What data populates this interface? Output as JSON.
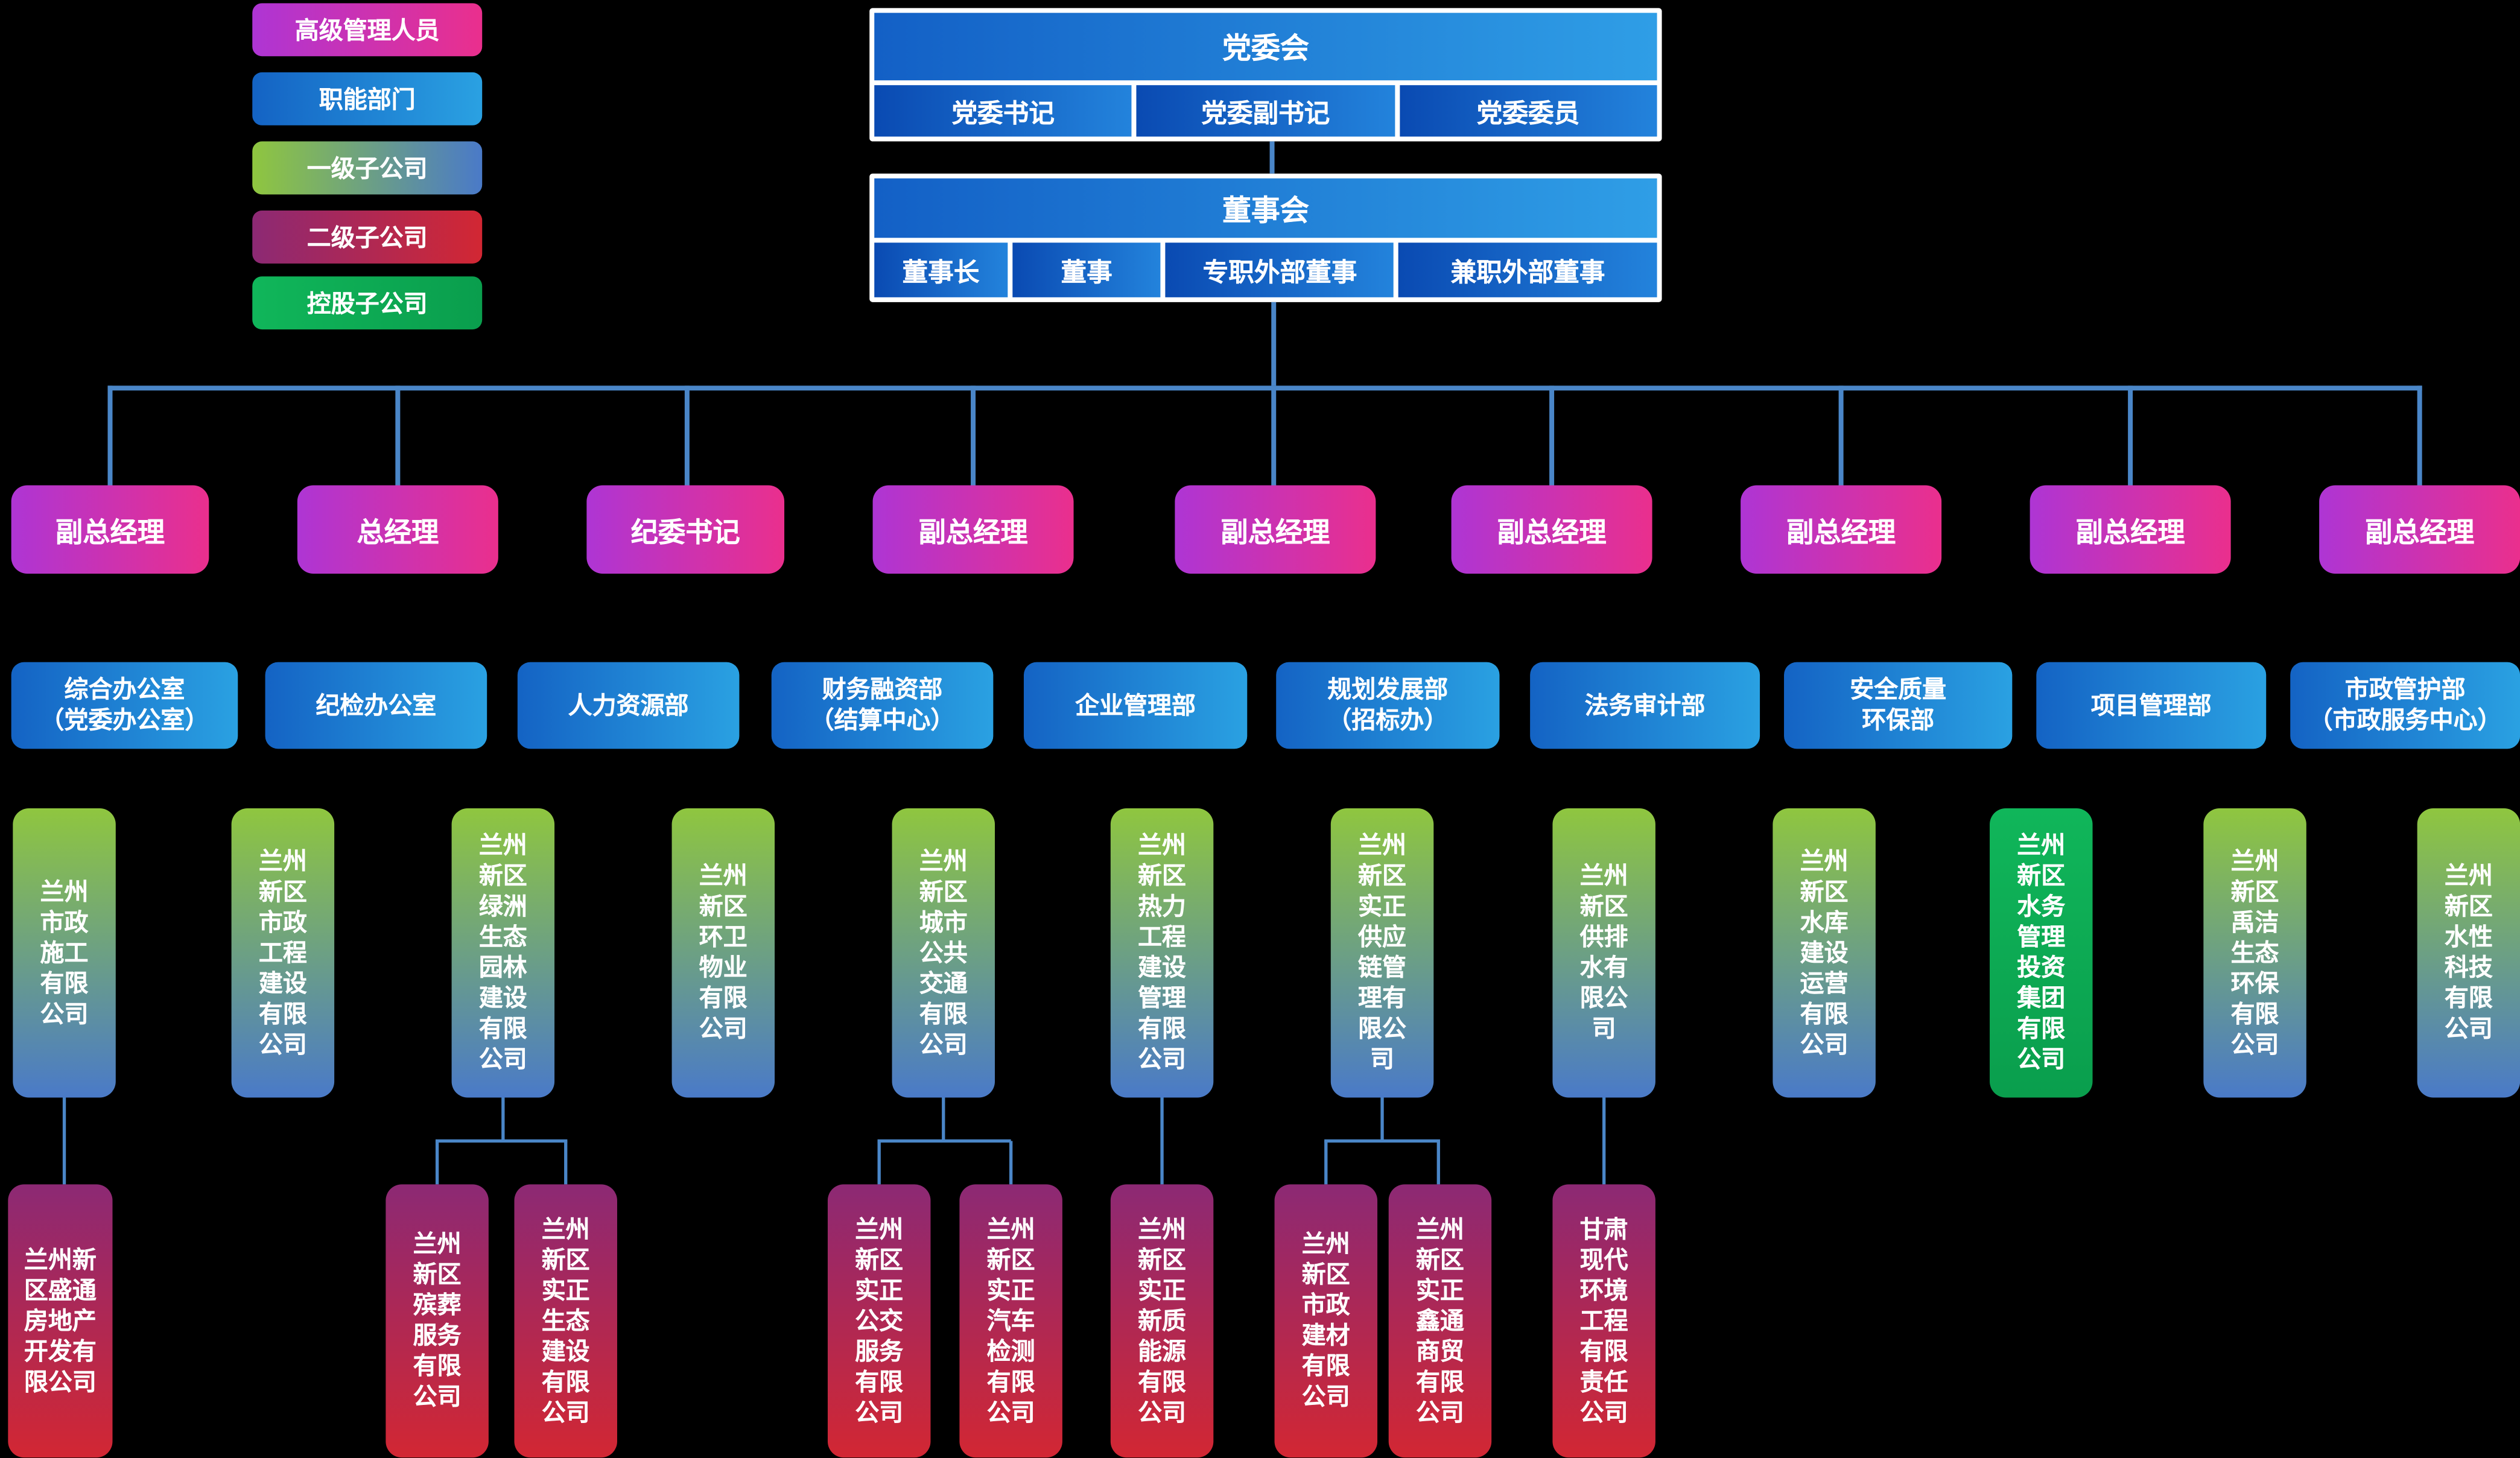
{
  "colors": {
    "background": "#000000",
    "connector": "#4a86c8",
    "senior_management_gradient": [
      "#ae35d4",
      "#ea2f8d"
    ],
    "functional_department_gradient": [
      "#1463c4",
      "#2aa1e2"
    ],
    "level1_subsidiary_gradient": [
      "#8fc63f",
      "#4a7ac8"
    ],
    "level2_subsidiary_gradient": [
      "#8c2974",
      "#d22733"
    ],
    "holding_subsidiary_gradient": [
      "#10b65a",
      "#0a9e4d"
    ]
  },
  "legend": {
    "items": [
      "高级管理人员",
      "职能部门",
      "一级子公司",
      "二级子公司",
      "控股子公司"
    ]
  },
  "party": {
    "title": "党委会",
    "members": [
      "党委书记",
      "党委副书记",
      "党委委员"
    ]
  },
  "board": {
    "title": "董事会",
    "members": [
      "董事长",
      "董事",
      "专职外部董事",
      "兼职外部董事"
    ]
  },
  "management": {
    "items": [
      "副总经理",
      "总经理",
      "纪委书记",
      "副总经理",
      "副总经理",
      "副总经理",
      "副总经理",
      "副总经理",
      "副总经理"
    ]
  },
  "departments": {
    "items": [
      "综合办公室\n（党委办公室）",
      "纪检办公室",
      "人力资源部",
      "财务融资部\n（结算中心）",
      "企业管理部",
      "规划发展部\n（招标办）",
      "法务审计部",
      "安全质量\n环保部",
      "项目管理部",
      "市政管护部\n（市政服务中心）"
    ]
  },
  "subs1": {
    "items": [
      "兰州市政施工有限公司",
      "兰州新区市政工程建设有限公司",
      "兰州新区绿洲生态园林建设有限公司",
      "兰州新区环卫物业有限公司",
      "兰州新区城市公共交通有限公司",
      "兰州新区热力工程建设管理有限公司",
      "兰州新区实正供应链管理有限公司",
      "兰州新区供排水有限公司",
      "兰州新区水库建设运营有限公司",
      "兰州新区水务管理投资集团有限公司",
      "兰州新区禹洁生态环保有限公司",
      "兰州新区水性科技有限公司"
    ]
  },
  "subs2": {
    "items": [
      "兰州新区盛通房地产开发有限公司",
      "兰州新区殡葬服务有限公司",
      "兰州新区实正生态建设有限公司",
      "兰州新区实正公交服务有限公司",
      "兰州新区实正汽车检测有限公司",
      "兰州新区实正新质能源有限公司",
      "兰州新区市政建材有限公司",
      "兰州新区实正鑫通商贸有限公司",
      "甘肃现代环境工程有限责任公司"
    ]
  }
}
